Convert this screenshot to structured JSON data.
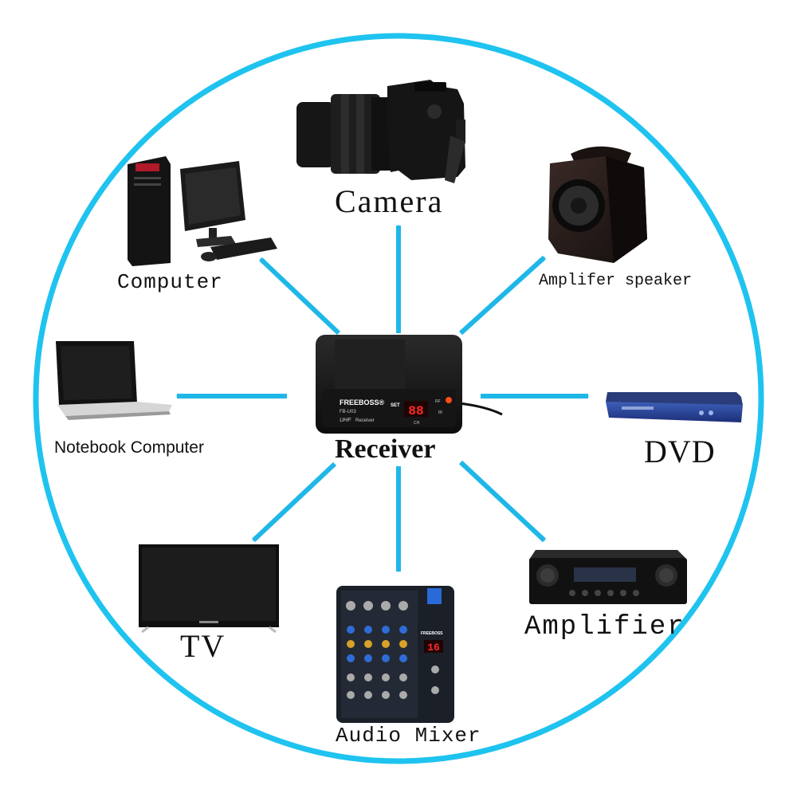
{
  "center": {
    "label": "Receiver",
    "brand": "FREEBOSS®",
    "model": "FB-U03",
    "band": "UHF",
    "type": "Receiver",
    "set": "SET",
    "display": "88",
    "ch": "CH",
    "rf": "RF",
    "ir": "IR"
  },
  "devices": {
    "camera": {
      "label": "Camera"
    },
    "computer": {
      "label": "Computer"
    },
    "amplifier_speaker": {
      "label": "Amplifer speaker"
    },
    "notebook": {
      "label": "Notebook Computer"
    },
    "dvd": {
      "label": "DVD"
    },
    "tv": {
      "label": "TV"
    },
    "mixer": {
      "label": "Audio Mixer",
      "display": "16",
      "brand": "FREEBOSS"
    },
    "amplifier": {
      "label": "Amplifier"
    }
  },
  "colors": {
    "ring": "#1fc3ef",
    "arrow": "#1fb7e8"
  }
}
